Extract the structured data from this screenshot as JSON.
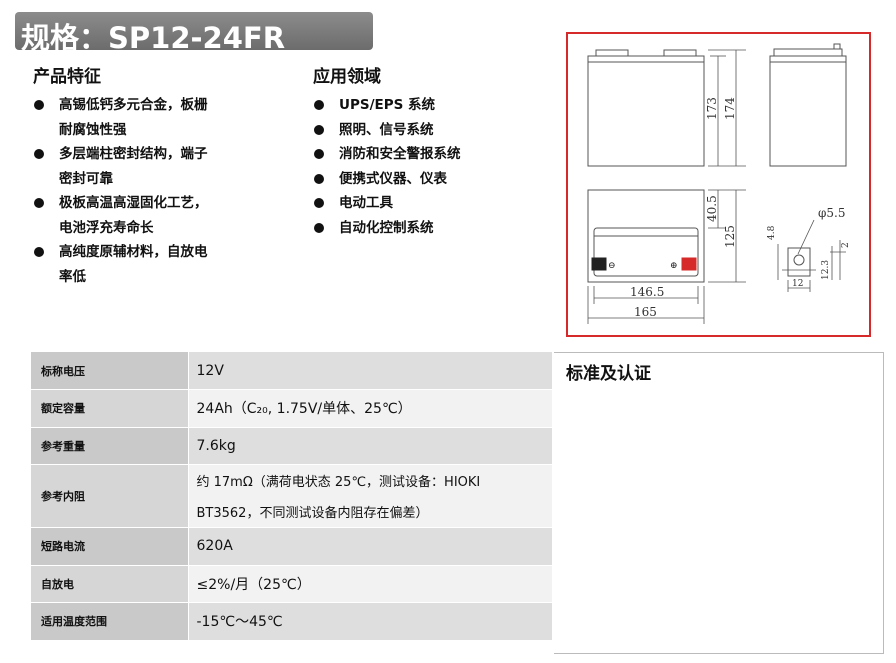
{
  "title": "规格：SP12-24FR",
  "features": {
    "heading": "产品特征",
    "items": [
      [
        "高锡低钙多元合金，板栅",
        "耐腐蚀性强"
      ],
      [
        "多层端柱密封结构，端子",
        "密封可靠"
      ],
      [
        "极板高温高湿固化工艺，",
        "电池浮充寿命长"
      ],
      [
        "高纯度原辅材料，自放电",
        "率低"
      ]
    ]
  },
  "applications": {
    "heading": "应用领域",
    "items": [
      "UPS/EPS 系统",
      "照明、信号系统",
      "消防和安全警报系统",
      "便携式仪器、仪表",
      "电动工具",
      "自动化控制系统"
    ]
  },
  "drawing": {
    "dims": {
      "height_total": "174",
      "height_body": "173",
      "terminal_height": "40.5",
      "width_depth": "125",
      "length_inner": "146.5",
      "length_total": "165",
      "hole_dia": "φ5.5",
      "term_4_8": "4.8",
      "term_2": "2",
      "term_12_3": "12.3",
      "term_12": "12"
    },
    "terminal_minus": "⊖",
    "terminal_plus": "⊕",
    "colors": {
      "frame": "#d62a2a",
      "line": "#555555",
      "plus": "#d62a2a",
      "minus": "#222222"
    }
  },
  "specs": [
    {
      "label": "标称电压",
      "value": "12V"
    },
    {
      "label": "额定容量",
      "value": "24Ah（C₂₀, 1.75V/单体、25℃）"
    },
    {
      "label": "参考重量",
      "value": "7.6kg"
    },
    {
      "label": "参考内阻",
      "value": "约 17mΩ（满荷电状态 25℃，测试设备：HIOKI",
      "value2": "BT3562，不同测试设备内阻存在偏差）"
    },
    {
      "label": "短路电流",
      "value": "620A"
    },
    {
      "label": "自放电",
      "value": "≤2%/月（25℃）"
    },
    {
      "label": "适用温度范围",
      "value": "-15℃～45℃"
    }
  ],
  "certification": {
    "heading": "标准及认证"
  }
}
